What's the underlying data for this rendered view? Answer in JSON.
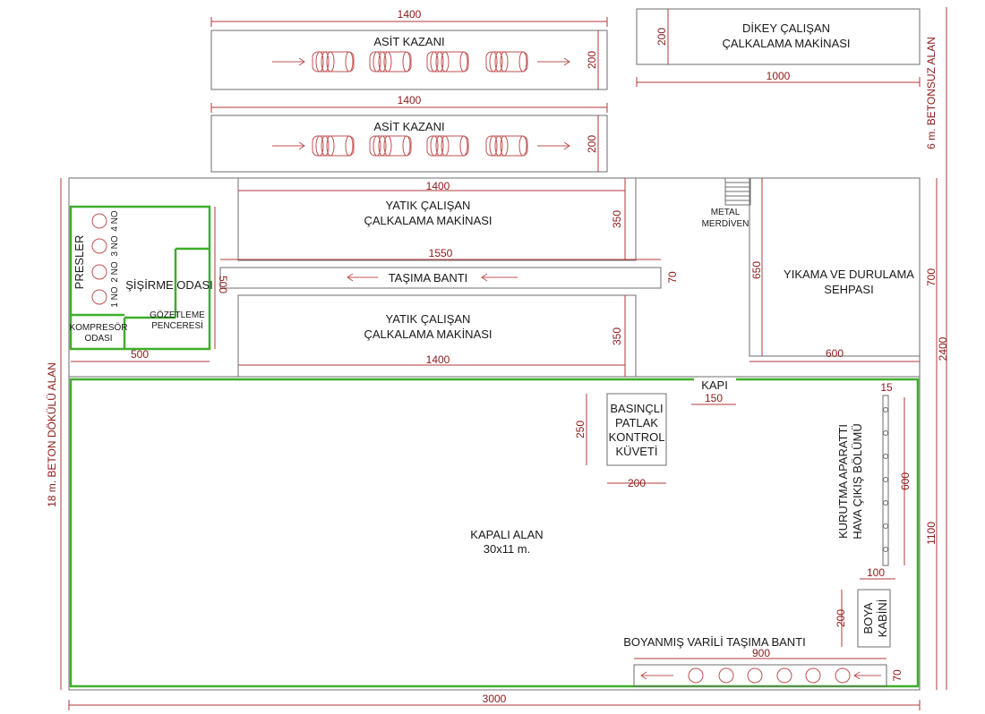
{
  "colors": {
    "wall": "#6e6e6e",
    "green_wall": "#3fae2a",
    "dimension": "#8b1a1a",
    "equipment": "#c05050"
  },
  "acid_tank_1": {
    "label": "ASİT KAZANI",
    "dim_width": "1400",
    "dim_height": "200"
  },
  "acid_tank_2": {
    "label": "ASİT KAZANI",
    "dim_width": "1400",
    "dim_height": "200"
  },
  "vertical_mixer": {
    "line1": "DİKEY ÇALIŞAN",
    "line2": "ÇALKALAMA MAKİNASI",
    "dim_height": "200",
    "dim_width": "1000"
  },
  "horizontal_mixer_1": {
    "line1": "YATIK ÇALIŞAN",
    "line2": "ÇALKALAMA MAKİNASI",
    "dim_width": "1400",
    "dim_height": "350"
  },
  "horizontal_mixer_2": {
    "line1": "YATIK ÇALIŞAN",
    "line2": "ÇALKALAMA MAKİNASI",
    "dim_width": "1400",
    "dim_height": "350"
  },
  "conveyor": {
    "label": "TAŞIMA BANTI",
    "dim_width": "1550",
    "dim_height": "70"
  },
  "stairs": {
    "line1": "METAL",
    "line2": "MERDİVEN"
  },
  "washing": {
    "line1": "YIKAMA VE DURULAMA",
    "line2": "SEHPASI",
    "dim_height": "650",
    "dim_width": "600"
  },
  "blowing_room": {
    "label": "ŞİŞİRME ODASI",
    "dim_width": "500",
    "dim_height": "500"
  },
  "presses": {
    "label": "PRESLER",
    "items": [
      "1 NO",
      "2 NO",
      "3 NO",
      "4 NO"
    ]
  },
  "compressor": {
    "line1": "KOMPRESÖR",
    "line2": "ODASI"
  },
  "observation": {
    "line1": "GÖZETLEME",
    "line2": "PENCERESİ"
  },
  "door": {
    "label": "KAPI",
    "dim_width": "150"
  },
  "pressure_test": {
    "line1": "BASINÇLI",
    "line2": "PATLAK",
    "line3": "KONTROL",
    "line4": "KÜVETİ",
    "dim_height": "250",
    "dim_width": "200"
  },
  "dryer": {
    "line1": "KURUTMA APARATTI",
    "line2": "HAVA ÇIKIŞ BÖLÜMÜ",
    "dim_top": "15",
    "dim_height": "600",
    "dim_bottom": "100"
  },
  "paint_booth": {
    "line1": "BOYA",
    "line2": "KABİNİ",
    "dim_height": "200"
  },
  "painted_conveyor": {
    "label": "BOYANMIŞ VARİLİ TAŞIMA BANTI",
    "dim_width": "900",
    "dim_height": "70"
  },
  "closed_area": {
    "line1": "KAPALI ALAN",
    "line2": "30x11 m."
  },
  "overall": {
    "width": "3000",
    "left_label": "18 m. BETON DÖKÜLÜ ALAN",
    "right_label": "6 m. BETONSUZ ALAN",
    "dim_700": "700",
    "dim_2400": "2400",
    "dim_1100": "1100"
  }
}
